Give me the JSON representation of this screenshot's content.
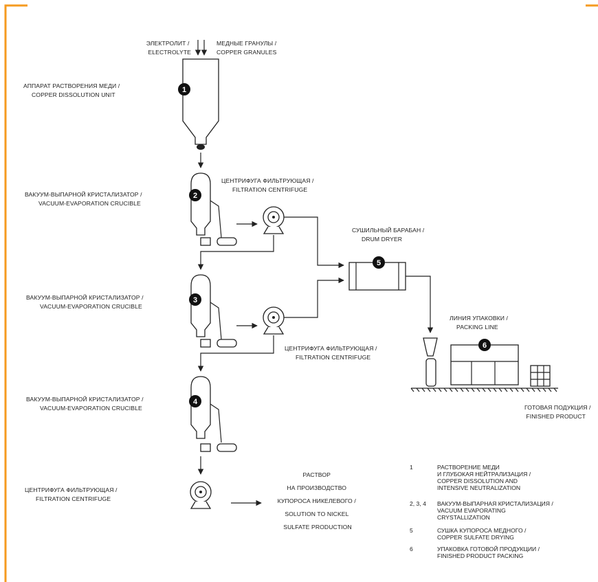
{
  "colors": {
    "frame_accent": "#f59a1f",
    "ink": "#222222",
    "marker_fill": "#111111"
  },
  "inputs": {
    "electrolyte": [
      "ЭЛЕКТРОЛИТ /",
      "ELECTROLYTE"
    ],
    "copper_granules": [
      "МЕДНЫЕ ГРАНУЛЫ /",
      "COPPER GRANULES"
    ]
  },
  "steps": [
    {
      "number": "1",
      "label": [
        "АППАРАТ РАСТВОРЕНИЯ МЕДИ /",
        "COPPER DISSOLUTION UNIT"
      ]
    },
    {
      "number": "2",
      "label": [
        "ВАКУУМ-ВЫПАРНОЙ КРИСТАЛИЗАТОР /",
        "VACUUM-EVAPORATION CRUCIBLE"
      ]
    },
    {
      "number": "3",
      "label": [
        "ВАКУУМ-ВЫПАРНОЙ КРИСТАЛИЗАТОР /",
        "VACUUM-EVAPORATION CRUCIBLE"
      ]
    },
    {
      "number": "4",
      "label": [
        "ВАКУУМ-ВЫПАРНОЙ КРИСТАЛИЗАТОР /",
        "VACUUM-EVAPORATION CRUCIBLE"
      ]
    },
    {
      "number": "5",
      "label": [
        "СУШИЛЬНЫЙ БАРАБАН /",
        "DRUM DRYER"
      ]
    },
    {
      "number": "6",
      "label": [
        "ЛИНИЯ УПАКОВКИ /",
        "PACKING LINE"
      ]
    }
  ],
  "centrifuge_label": [
    "ЦЕНТРИФУГА ФИЛЬТРУЮЩАЯ /",
    "FILTRATION CENTRIFUGE"
  ],
  "finished_product": [
    "ГОТОВАЯ ПОДУКЦИЯ /",
    "FINISHED PRODUCT"
  ],
  "solution_output": [
    "РАСТВОР",
    "НА ПРОИЗВОДСТВО",
    "КУПОРОСА НИКЕЛЕВОГО /",
    "SOLUTION TO NICKEL",
    "SULFATE PRODUCTION"
  ],
  "legend": [
    {
      "key": "1",
      "lines": [
        "РАСТВОРЕНИЕ МЕДИ",
        "И ГЛУБОКАЯ НЕЙТРАЛИЗАЦИЯ /",
        "COPPER DISSOLUTION AND",
        "INTENSIVE NEUTRALIZATION"
      ]
    },
    {
      "key": "2, 3, 4",
      "lines": [
        "ВАКУУМ-ВЫПАРНАЯ КРИСТАЛИЗАЦИЯ /",
        "VACUUM EVAPORATING",
        "CRYSTALLIZATION"
      ]
    },
    {
      "key": "5",
      "lines": [
        "СУШКА КУПОРОСА МЕДНОГО /",
        "COPPER SULFATE DRYING"
      ]
    },
    {
      "key": "6",
      "lines": [
        "УПАКОВКА ГОТОВОЙ ПРОДУКЦИИ /",
        "FINISHED PRODUCT PACKING"
      ]
    }
  ]
}
